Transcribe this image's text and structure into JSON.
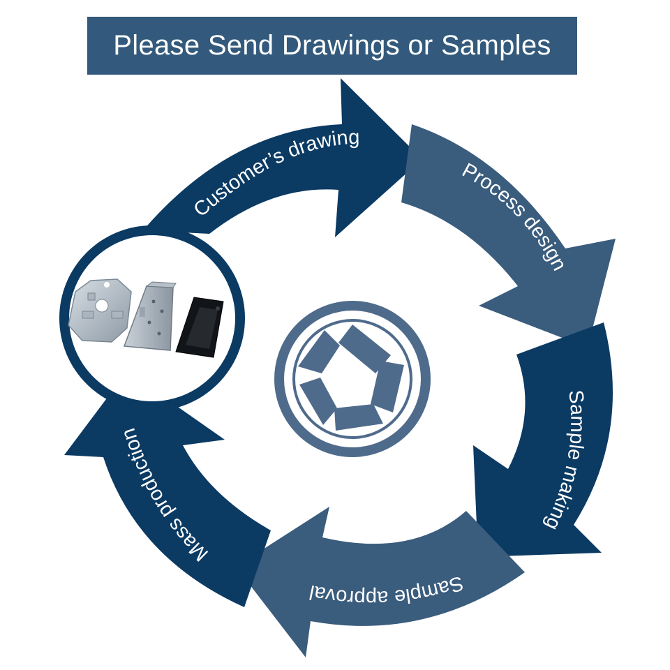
{
  "title": "Please Send Drawings or Samples",
  "stages": [
    {
      "label": "Customer’s drawing"
    },
    {
      "label": "Process design"
    },
    {
      "label": "Sample making"
    },
    {
      "label": "Sample approval"
    },
    {
      "label": "Mass production"
    }
  ],
  "colors": {
    "dark": "#0b3a63",
    "medium": "#3a5c7d",
    "banner": "#335a7c",
    "emblem": "#4f6b8b",
    "white": "#ffffff"
  }
}
